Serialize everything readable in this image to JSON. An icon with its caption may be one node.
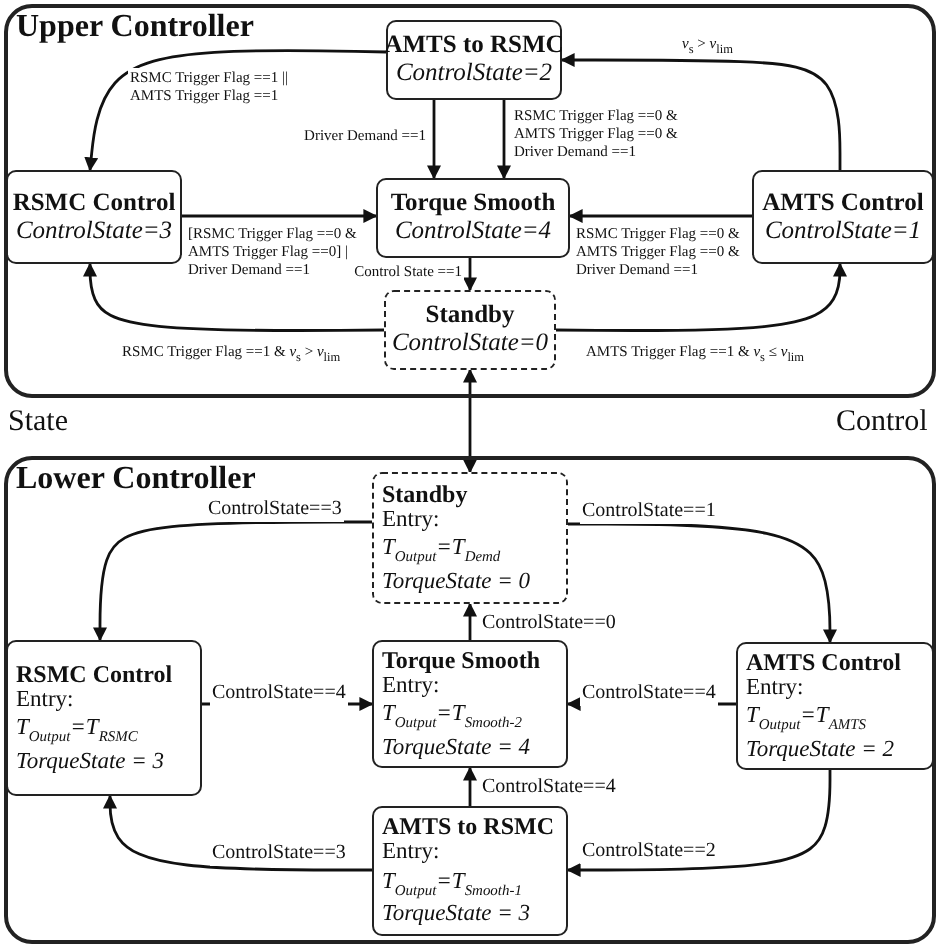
{
  "diagram": {
    "nodes": [
      {
        "text": [
          "Upper Controller"
        ]
      },
      {
        "text": [
          "AMTS to RSMC",
          "ControlState=2"
        ],
        "in": 0
      },
      {
        "text": [
          "RSMC Control",
          "ControlState=3"
        ],
        "in": 0
      },
      {
        "text": [
          "Torque Smooth",
          "ControlState=4"
        ],
        "in": 0
      },
      {
        "text": [
          "AMTS Control",
          "ControlState=1"
        ],
        "in": 0
      },
      {
        "text": [
          "Standby",
          "ControlState=0"
        ],
        "in": 0
      },
      {
        "text": [
          "Lower Controller"
        ]
      },
      {
        "text": [
          "Standby",
          "Entry:",
          "T$_{Output}$=T$_{Demd}$",
          "TorqueState = 0"
        ],
        "in": 6
      },
      {
        "text": [
          "RSMC Control",
          "Entry:",
          "T$_{Output}$=T$_{RSMC}$",
          "TorqueState = 3"
        ],
        "in": 6
      },
      {
        "text": [
          "Torque Smooth",
          "Entry:",
          "T$_{Output}$=T$_{Smooth-2}$",
          "TorqueState = 4"
        ],
        "in": 6
      },
      {
        "text": [
          "AMTS Control",
          "Entry:",
          "T$_{Output}$=T$_{AMTS}$",
          "TorqueState = 2"
        ],
        "in": 6
      },
      {
        "text": [
          "AMTS to RSMC",
          "Entry:",
          "T$_{Output}$=T$_{Smooth-1}$",
          "TorqueState = 3"
        ],
        "in": 6
      }
    ],
    "edges": [
      {
        "from": 1,
        "to": 2,
        "arrow": "to",
        "label": "RSMC Trigger Flag ==1 || AMTS Trigger Flag ==1"
      },
      {
        "from": 1,
        "to": 3,
        "arrow": "to",
        "label": "Driver Demand ==1"
      },
      {
        "from": 1,
        "to": 3,
        "arrow": "to",
        "label": "RSMC Trigger Flag ==0 & AMTS Trigger Flag ==0 & Driver Demand ==1"
      },
      {
        "from": 2,
        "to": 3,
        "arrow": "to",
        "label": "[RSMC Trigger Flag ==0 & AMTS Trigger Flag ==0] | Driver Demand ==1"
      },
      {
        "from": 4,
        "to": 3,
        "arrow": "to",
        "label": "RSMC Trigger Flag ==0 & AMTS Trigger Flag ==0 & Driver Demand ==1"
      },
      {
        "from": 4,
        "to": 1,
        "arrow": "to",
        "label": "*v*$_{s}$ > *v*$_{lim}$"
      },
      {
        "from": 3,
        "to": 5,
        "arrow": "to",
        "label": "Control State ==1"
      },
      {
        "from": 5,
        "to": 2,
        "arrow": "to",
        "label": "RSMC Trigger Flag ==1 & *v*$_{s}$ > *v*$_{lim}$"
      },
      {
        "from": 5,
        "to": 4,
        "arrow": "to",
        "label": "AMTS Trigger Flag ==1 & *v*$_{s}$ ≤ *v*$_{lim}$"
      },
      {
        "from": 5,
        "to": 7,
        "arrow": "both"
      },
      {
        "from": 7,
        "to": 8,
        "arrow": "to",
        "label": "ControlState==3"
      },
      {
        "from": 7,
        "to": 10,
        "arrow": "to",
        "label": "ControlState==1"
      },
      {
        "from": 8,
        "to": 9,
        "arrow": "to",
        "label": "ControlState==4"
      },
      {
        "from": 10,
        "to": 9,
        "arrow": "to",
        "label": "ControlState==4"
      },
      {
        "from": 9,
        "to": 7,
        "arrow": "to",
        "label": "ControlState==0"
      },
      {
        "from": 11,
        "to": 9,
        "arrow": "to",
        "label": "ControlState==4"
      },
      {
        "from": 11,
        "to": 8,
        "arrow": "to",
        "label": "ControlState==3"
      },
      {
        "from": 10,
        "to": 11,
        "arrow": "to",
        "label": "ControlState==2"
      }
    ],
    "labels": [
      "State",
      "Control"
    ]
  }
}
